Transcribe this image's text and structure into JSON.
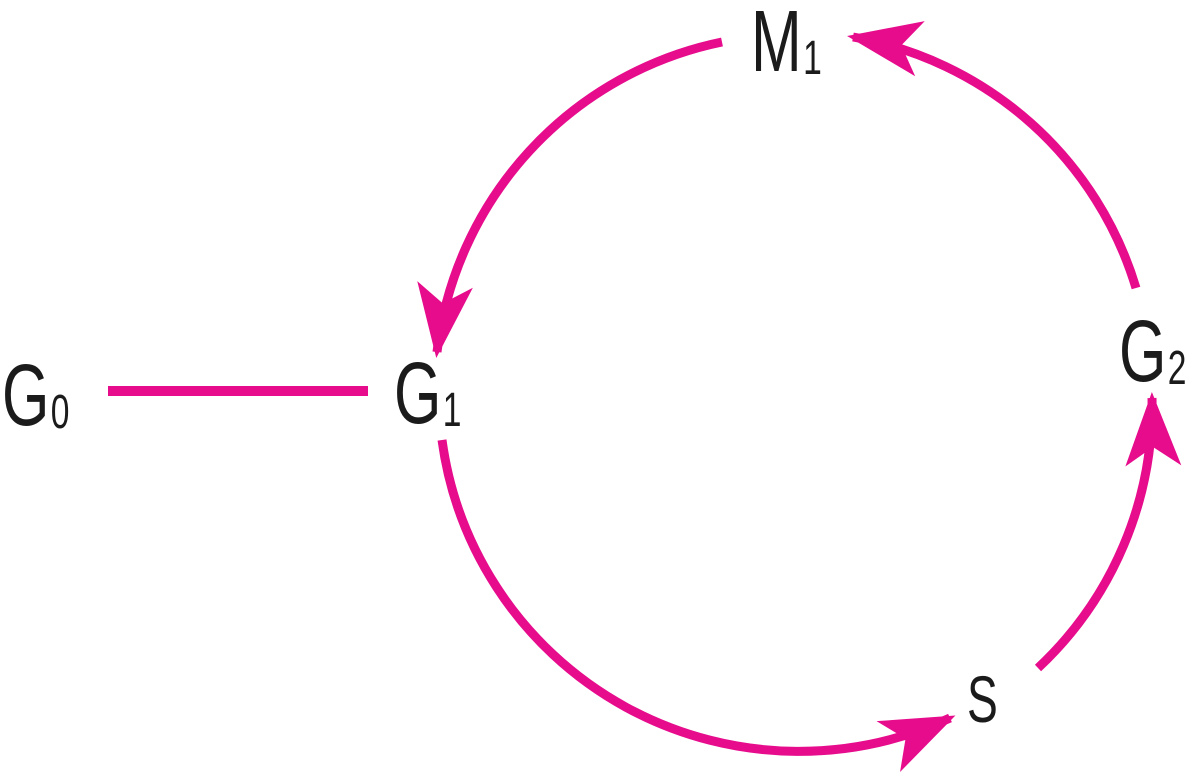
{
  "diagram": {
    "type": "cycle-diagram",
    "subject": "cell cycle phases",
    "accent_color": "#E60C8C",
    "text_color": "#1b1b1b",
    "background_color": "#ffffff",
    "nodes": [
      {
        "id": "G0",
        "base": "G",
        "sub": "0"
      },
      {
        "id": "G1",
        "base": "G",
        "sub": "1"
      },
      {
        "id": "M1",
        "base": "M",
        "sub": "1"
      },
      {
        "id": "G2",
        "base": "G",
        "sub": "2"
      },
      {
        "id": "S",
        "base": "S",
        "sub": ""
      }
    ],
    "edges": [
      {
        "from": "G0",
        "to": "G1",
        "style": "plain-line"
      },
      {
        "from": "G1",
        "to": "S",
        "style": "arrow-arc"
      },
      {
        "from": "S",
        "to": "G2",
        "style": "arrow-arc"
      },
      {
        "from": "G2",
        "to": "M1",
        "style": "arrow-arc"
      },
      {
        "from": "M1",
        "to": "G1",
        "style": "arrow-arc"
      }
    ],
    "flow_direction": "counterclockwise"
  }
}
